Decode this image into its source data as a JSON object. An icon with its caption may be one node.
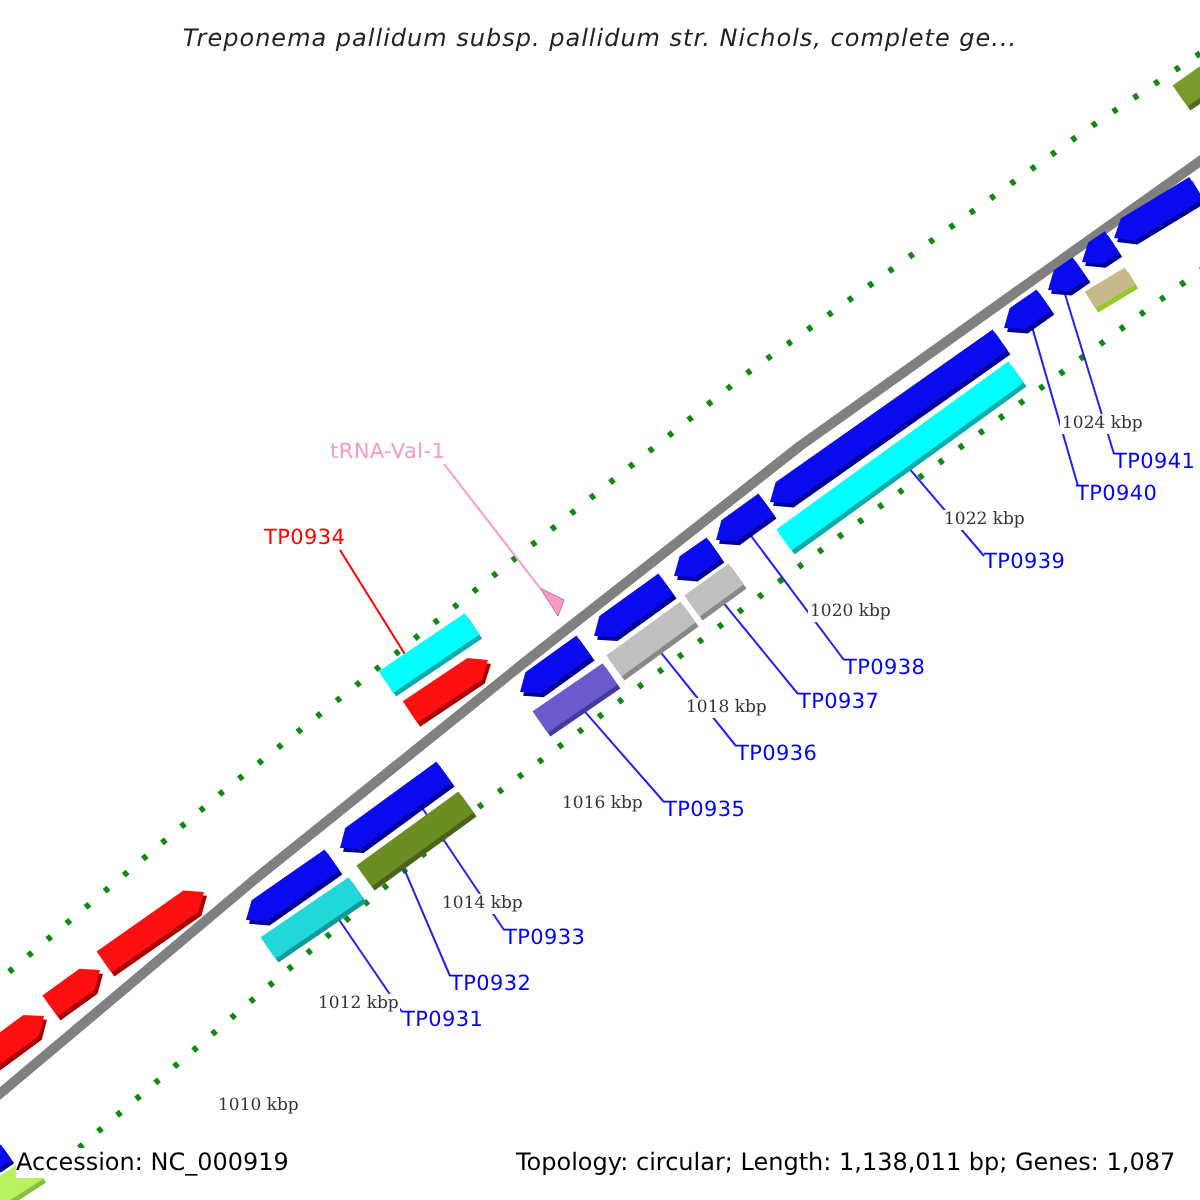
{
  "diagram": {
    "title": "Treponema pallidum subsp. pallidum str. Nichols, complete ge...",
    "nodes": [
      {
        "text": [
          "tRNA-Val-1"
        ]
      },
      {
        "text": [
          "TP0941"
        ]
      },
      {
        "text": [
          "TP0940"
        ]
      },
      {
        "text": [
          "TP0934"
        ]
      },
      {
        "text": [
          "TP0939"
        ]
      },
      {
        "text": [
          "TP0938"
        ]
      },
      {
        "text": [
          "TP0937"
        ]
      },
      {
        "text": [
          "TP0936"
        ]
      },
      {
        "text": [
          "TP0935"
        ]
      },
      {
        "text": [
          "TP0933"
        ]
      },
      {
        "text": [
          "TP0932"
        ]
      },
      {
        "text": [
          "TP0931"
        ]
      },
      {
        "text": [],
        "shape": "pentagon"
      },
      {
        "text": [],
        "shape": "bar"
      },
      {
        "text": [],
        "shape": "pentagon"
      },
      {
        "text": [],
        "shape": "pentagon"
      },
      {
        "text": [],
        "shape": "pentagon"
      },
      {
        "text": [],
        "shape": "pentagon"
      },
      {
        "text": [],
        "shape": "bar"
      },
      {
        "text": [],
        "shape": "pentagon"
      },
      {
        "text": [],
        "shape": "bar"
      },
      {
        "text": [],
        "shape": "bar"
      },
      {
        "text": [],
        "shape": "pentagon"
      },
      {
        "text": [],
        "shape": "pentagon"
      },
      {
        "text": [],
        "shape": "triangle"
      },
      {
        "text": [],
        "shape": "bar"
      },
      {
        "text": [],
        "shape": "pentagon"
      },
      {
        "text": [],
        "shape": "bar"
      },
      {
        "text": [],
        "shape": "pentagon"
      },
      {
        "text": [],
        "shape": "bar"
      },
      {
        "text": [],
        "shape": "pentagon"
      },
      {
        "text": [],
        "shape": "pentagon"
      },
      {
        "text": [],
        "shape": "bar"
      },
      {
        "text": [],
        "shape": "pentagon"
      },
      {
        "text": [],
        "shape": "pentagon"
      },
      {
        "text": [],
        "shape": "pentagon"
      },
      {
        "text": [],
        "shape": "bar"
      },
      {
        "text": [],
        "shape": "pentagon"
      },
      {
        "text": [],
        "shape": "bar"
      }
    ],
    "edges": [
      {
        "from": 0,
        "to": 24,
        "arrow": "none",
        "color": "#ff99cc"
      },
      {
        "from": 1,
        "to": 34,
        "arrow": "none"
      },
      {
        "from": 2,
        "to": 33,
        "arrow": "none"
      },
      {
        "from": 3,
        "to": 21,
        "arrow": "none",
        "color": "#ff0000"
      },
      {
        "from": 4,
        "to": 32,
        "arrow": "none"
      },
      {
        "from": 5,
        "to": 30,
        "arrow": "none"
      },
      {
        "from": 6,
        "to": 29,
        "arrow": "none"
      },
      {
        "from": 7,
        "to": 27,
        "arrow": "none"
      },
      {
        "from": 8,
        "to": 25,
        "arrow": "none"
      },
      {
        "from": 9,
        "to": 19,
        "arrow": "none"
      },
      {
        "from": 10,
        "to": 20,
        "arrow": "none"
      },
      {
        "from": 11,
        "to": 18,
        "arrow": "none"
      }
    ],
    "labels": [
      "1024 kbp",
      "1022 kbp",
      "1020 kbp",
      "1018 kbp",
      "1016 kbp",
      "1014 kbp",
      "1012 kbp",
      "1010 kbp",
      "Accession: NC_000919",
      "Topology: circular; Length: 1,138,011 bp; Genes: 1,087"
    ]
  }
}
